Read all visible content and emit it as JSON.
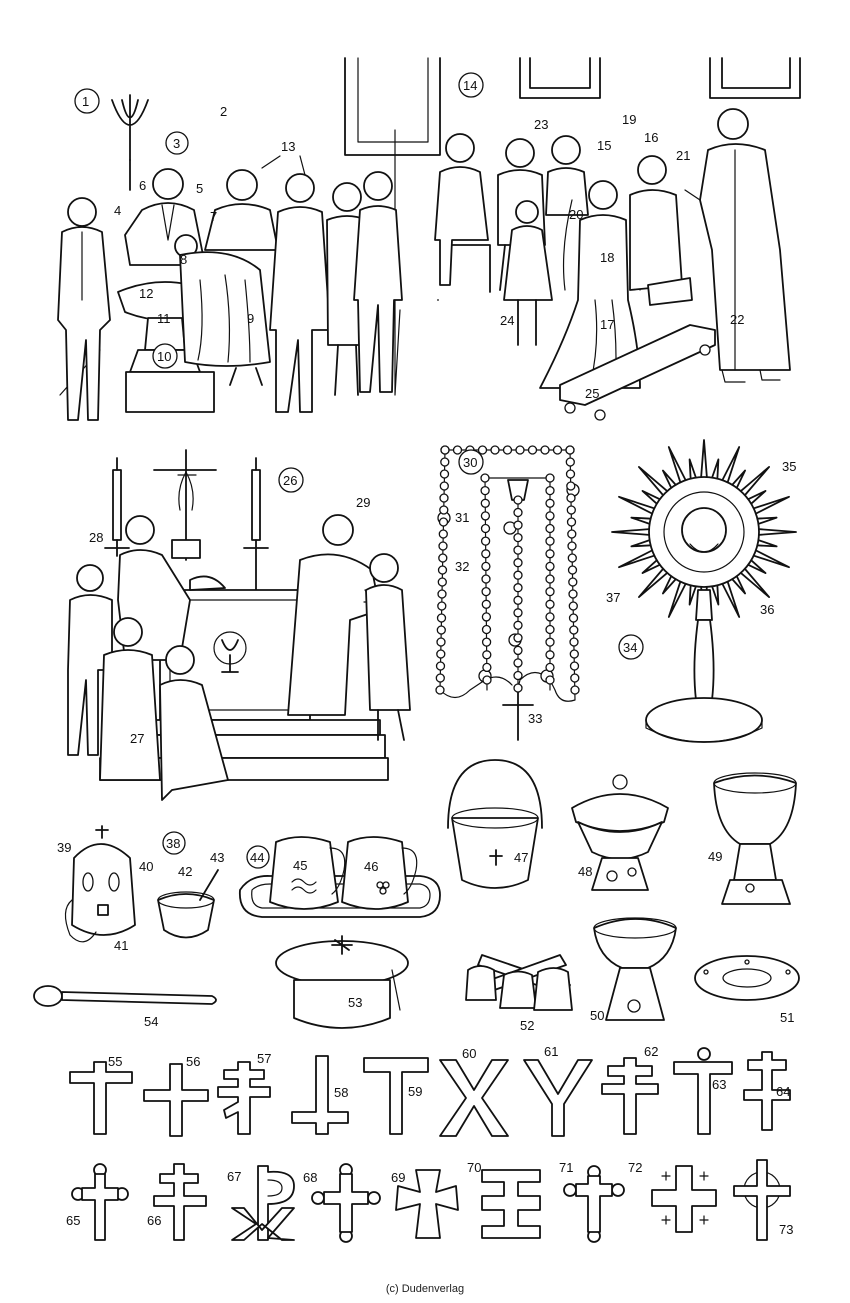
{
  "credit": "(c) Dudenverlag",
  "labels": {
    "n1": "1",
    "n2": "2",
    "n3": "3",
    "n4": "4",
    "n5": "5",
    "n6": "6",
    "n7": "7",
    "n8": "8",
    "n9": "9",
    "n10": "10",
    "n11": "11",
    "n12": "12",
    "n13": "13",
    "n14": "14",
    "n15": "15",
    "n16": "16",
    "n17": "17",
    "n18": "18",
    "n19": "19",
    "n20": "20",
    "n21": "21",
    "n22": "22",
    "n23": "23",
    "n24": "24",
    "n25": "25",
    "n26": "26",
    "n27": "27",
    "n28": "28",
    "n29": "29",
    "n30": "30",
    "n31": "31",
    "n32": "32",
    "n33": "33",
    "n34": "34",
    "n35": "35",
    "n36": "36",
    "n37": "37",
    "n38": "38",
    "n39": "39",
    "n40": "40",
    "n41": "41",
    "n42": "42",
    "n43": "43",
    "n44": "44",
    "n45": "45",
    "n46": "46",
    "n47": "47",
    "n48": "48",
    "n49": "49",
    "n50": "50",
    "n51": "51",
    "n52": "52",
    "n53": "53",
    "n54": "54",
    "n55": "55",
    "n56": "56",
    "n57": "57",
    "n58": "58",
    "n59": "59",
    "n60": "60",
    "n61": "61",
    "n62": "62",
    "n63": "63",
    "n64": "64",
    "n65": "65",
    "n66": "66",
    "n67": "67",
    "n68": "68",
    "n69": "69",
    "n70": "70",
    "n71": "71",
    "n72": "72",
    "n73": "73"
  },
  "icons": {
    "baptism": "baptism-scene-drawing",
    "wedding": "wedding-scene-drawing",
    "communion": "communion-scene-drawing",
    "rosary": "rosary-drawing",
    "monstrance": "monstrance-drawing",
    "pyx": "pyx-drawing",
    "cruets": "cruets-on-tray-drawing",
    "bucket": "holy-water-bucket-drawing",
    "ciborium": "ciborium-drawing",
    "chalice": "chalice-drawing",
    "bread_box": "wafer-box-drawing",
    "sprinkler": "aspergillum-drawing",
    "bells": "altar-bells-drawing",
    "paten": "paten-drawing",
    "crosses": "cross-forms-drawing"
  }
}
